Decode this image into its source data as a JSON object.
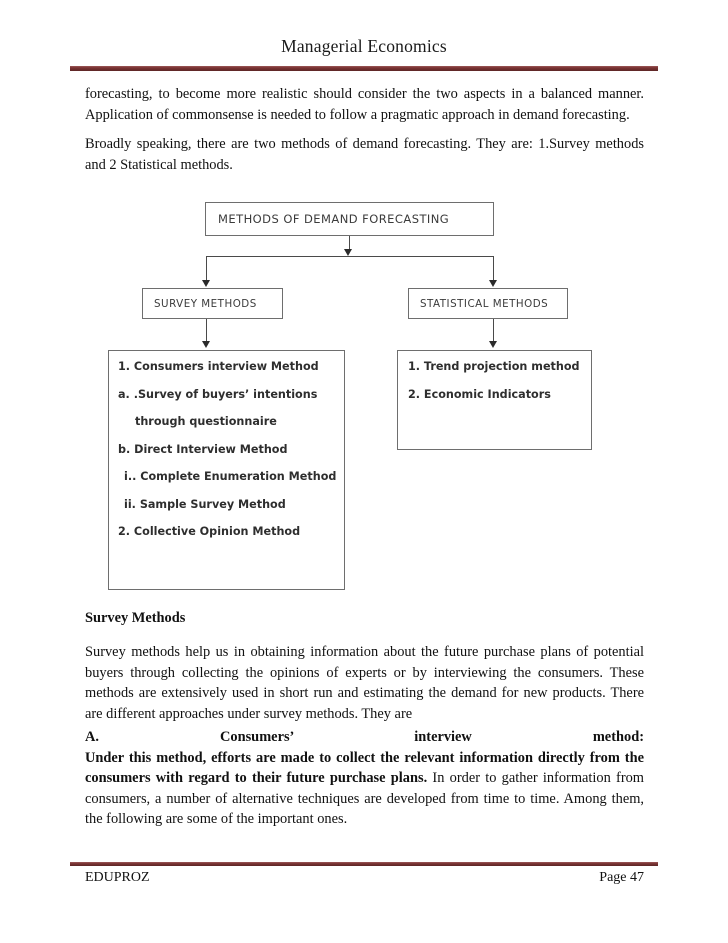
{
  "header": {
    "title": "Managerial Economics"
  },
  "body": {
    "paragraph_1": "forecasting, to become more realistic should consider the two aspects in a balanced manner. Application of commonsense is needed to follow a pragmatic approach in demand forecasting.",
    "paragraph_2": "Broadly speaking, there are two methods of demand forecasting. They are: 1.Survey methods and 2 Statistical methods.",
    "section_heading": "Survey Methods",
    "paragraph_3": "Survey methods help us in obtaining information about the future purchase plans of potential buyers through collecting the opinions of experts or by interviewing the consumers. These methods are extensively used in short run and estimating the demand for new products. There are different approaches under survey methods. They are",
    "paragraph_4": {
      "spread_line": "A. Consumers’ interview method:",
      "bold_continuation": "Under this method, efforts are made to collect the relevant information directly from the consumers with regard to their future purchase plans.",
      "normal_tail": " In order to gather information from consumers, a number of alternative techniques are developed from time to time. Among them, the following are some of the important ones."
    }
  },
  "diagram": {
    "title": "METHODS OF DEMAND FORECASTING",
    "branch_left_title": "SURVEY METHODS",
    "branch_right_title": "STATISTICAL METHODS",
    "survey_items": [
      "1.  Consumers interview Method",
      "a. .Survey of buyers’ intentions",
      "through questionnaire",
      "b. Direct Interview Method",
      "i..  Complete Enumeration Method",
      "ii.   Sample Survey Method",
      "2. Collective Opinion Method"
    ],
    "statistical_items": [
      "1. Trend projection method",
      "2. Economic Indicators"
    ]
  },
  "footer": {
    "organization": "EDUPROZ",
    "page_label": "Page 47"
  },
  "colors": {
    "rule": "#7b3434",
    "box_border": "#6e6e6e",
    "text": "#111111"
  }
}
